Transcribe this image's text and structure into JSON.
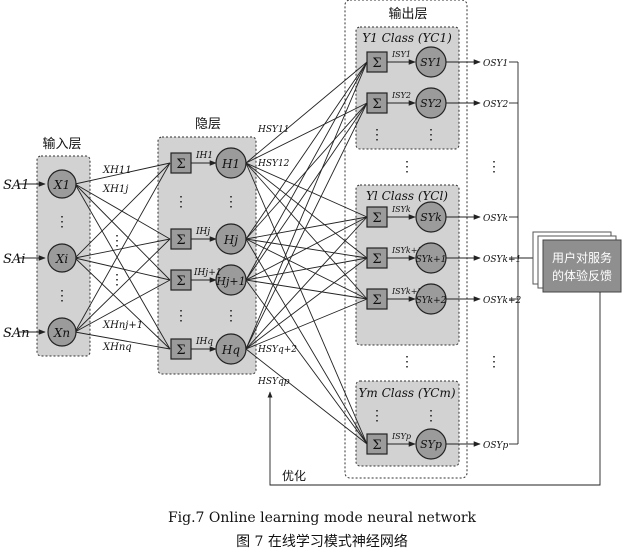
{
  "layers": {
    "input_title": "输入层",
    "hidden_title": "隐层",
    "output_title": "输出层"
  },
  "inputs": [
    {
      "node": "X1",
      "sa": "SA1"
    },
    {
      "node": "Xi",
      "sa": "SAi"
    },
    {
      "node": "Xn",
      "sa": "SAn"
    }
  ],
  "hidden": [
    {
      "node": "H1",
      "ih": "IH1"
    },
    {
      "node": "Hj",
      "ih": "IHj"
    },
    {
      "node": "Hj+1",
      "ih": "IHj+1"
    },
    {
      "node": "Hq",
      "ih": "IHq"
    }
  ],
  "xh_labels": [
    "XH11",
    "XH1j",
    "XHnj+1",
    "XHnq"
  ],
  "hsy_labels": [
    "HSY11",
    "HSY12",
    "HSYq+2",
    "HSYqp"
  ],
  "classes": [
    {
      "title": "Y1 Class (YC1)",
      "outputs": [
        {
          "isy": "ISY1",
          "node": "SY1",
          "os": "OSY1"
        },
        {
          "isy": "ISY2",
          "node": "SY2",
          "os": "OSY2"
        }
      ]
    },
    {
      "title": "Yl Class (YCl)",
      "outputs": [
        {
          "isy": "ISYk",
          "node": "SYk",
          "os": "OSYk"
        },
        {
          "isy": "ISYk+1",
          "node": "SYk+1",
          "os": "OSYk+1"
        },
        {
          "isy": "ISYk+2",
          "node": "SYk+2",
          "os": "OSYk+2"
        }
      ]
    },
    {
      "title": "Ym Class (YCm)",
      "outputs": [
        {
          "isy": "ISYp",
          "node": "SYp",
          "os": "OSYp"
        }
      ]
    }
  ],
  "feedback_box": "用户对服务的体验反馈",
  "optimize_label": "优化",
  "caption_en": "Fig.7    Online learning mode neural network",
  "caption_cn": "图 7    在线学习模式神经网络"
}
